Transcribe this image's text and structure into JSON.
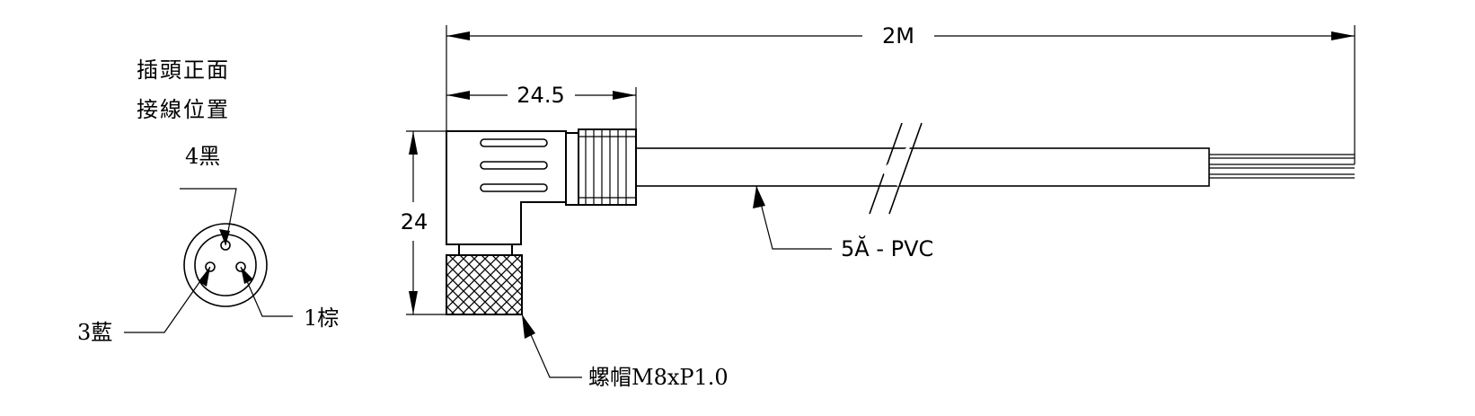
{
  "pin_diagram": {
    "heading_line1": "插頭正面",
    "heading_line2": "接線位置",
    "pin4_label": "4黑",
    "pin3_label": "3藍",
    "pin1_label": "1棕"
  },
  "dimensions": {
    "overall_length": "2M",
    "head_length": "24.5",
    "head_height": "24"
  },
  "callouts": {
    "cable_spec": "5Ă - PVC",
    "nut_spec": "螺帽M8xP1.0"
  }
}
